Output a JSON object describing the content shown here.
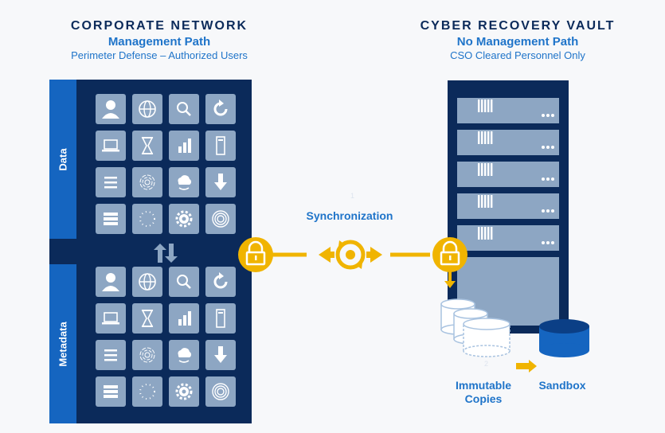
{
  "left": {
    "title": "CORPORATE NETWORK",
    "subtitle": "Management Path",
    "description": "Perimeter Defense – Authorized Users",
    "data_tab": "Data",
    "metadata_tab": "Metadata",
    "tile_icons": [
      "user-icon",
      "globe-icon",
      "search-icon",
      "refresh-icon",
      "laptop-icon",
      "hourglass-icon",
      "bar-chart-icon",
      "server-tower-icon",
      "list-icon",
      "fingerprint-icon",
      "cloud-icon",
      "download-icon",
      "storage-icon",
      "spinner-icon",
      "gear-icon",
      "target-icon"
    ]
  },
  "right": {
    "title": "CYBER RECOVERY VAULT",
    "subtitle": "No Management Path",
    "description": "CSO Cleared Personnel Only"
  },
  "middle": {
    "sync_label": "Synchronization",
    "step1": "1",
    "step2": "2"
  },
  "bottom": {
    "immutable_label_1": "Immutable",
    "immutable_label_2": "Copies",
    "sandbox_label": "Sandbox"
  },
  "colors": {
    "navy": "#0b2a5a",
    "blue": "#1565c0",
    "accent_blue": "#1f74c9",
    "gold": "#f0b400",
    "tile": "#8da6c3"
  }
}
